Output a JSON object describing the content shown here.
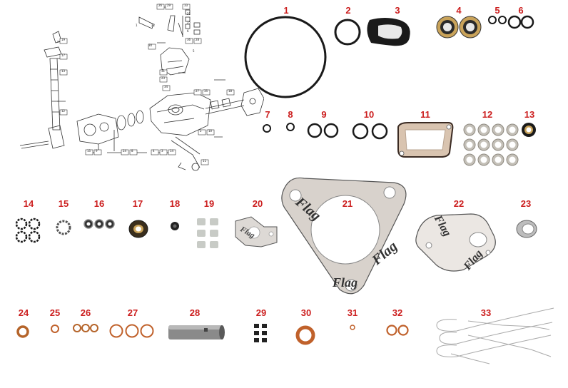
{
  "colors": {
    "label": "#cc1f1f",
    "line_drawing": "#333333",
    "rubber": "#1a1a1a",
    "gasket": "#d8d2cc",
    "copper": "#c0612b",
    "steel": "#a8a8a8",
    "wire": "#b5b5b5"
  },
  "parts": [
    {
      "id": "1",
      "label": "1",
      "kind": "large-o-ring"
    },
    {
      "id": "2",
      "label": "2",
      "kind": "o-ring"
    },
    {
      "id": "3",
      "label": "3",
      "kind": "black-gasket"
    },
    {
      "id": "4",
      "label": "4",
      "kind": "shaft-seals"
    },
    {
      "id": "5",
      "label": "5",
      "kind": "small-o-rings"
    },
    {
      "id": "6",
      "label": "6",
      "kind": "o-rings"
    },
    {
      "id": "7",
      "label": "7",
      "kind": "small-o-ring"
    },
    {
      "id": "8",
      "label": "8",
      "kind": "small-o-ring"
    },
    {
      "id": "9",
      "label": "9",
      "kind": "o-rings"
    },
    {
      "id": "10",
      "label": "10",
      "kind": "o-rings"
    },
    {
      "id": "11",
      "label": "11",
      "kind": "cork-gasket"
    },
    {
      "id": "12",
      "label": "12",
      "kind": "washer-set"
    },
    {
      "id": "13",
      "label": "13",
      "kind": "shaft-seal"
    },
    {
      "id": "14",
      "label": "14",
      "kind": "lock-washers"
    },
    {
      "id": "15",
      "label": "15",
      "kind": "lock-washer"
    },
    {
      "id": "16",
      "label": "16",
      "kind": "bonded-seals"
    },
    {
      "id": "17",
      "label": "17",
      "kind": "oil-seal"
    },
    {
      "id": "18",
      "label": "18",
      "kind": "cap"
    },
    {
      "id": "19",
      "label": "19",
      "kind": "grommets"
    },
    {
      "id": "20",
      "label": "20",
      "kind": "paper-gasket"
    },
    {
      "id": "21",
      "label": "21",
      "kind": "triangular-gasket"
    },
    {
      "id": "22",
      "label": "22",
      "kind": "paper-gasket"
    },
    {
      "id": "23",
      "label": "23",
      "kind": "spring-washer"
    },
    {
      "id": "24",
      "label": "24",
      "kind": "copper-washer"
    },
    {
      "id": "25",
      "label": "25",
      "kind": "copper-washer"
    },
    {
      "id": "26",
      "label": "26",
      "kind": "copper-washers"
    },
    {
      "id": "27",
      "label": "27",
      "kind": "copper-washers"
    },
    {
      "id": "28",
      "label": "28",
      "kind": "sleeve"
    },
    {
      "id": "29",
      "label": "29",
      "kind": "small-grommets"
    },
    {
      "id": "30",
      "label": "30",
      "kind": "copper-washer"
    },
    {
      "id": "31",
      "label": "31",
      "kind": "tiny-washer"
    },
    {
      "id": "32",
      "label": "32",
      "kind": "copper-washers"
    },
    {
      "id": "33",
      "label": "33",
      "kind": "lock-wire"
    }
  ],
  "gasket_print": "Flag",
  "exploded_callouts": [
    "26",
    "29",
    "33",
    "36",
    "28",
    "30",
    "31",
    "23",
    "34",
    "27",
    "35",
    "18",
    "19",
    "17",
    "13",
    "12",
    "15",
    "9",
    "24",
    "8",
    "4",
    "3",
    "14",
    "2",
    "10",
    "11",
    "1",
    "22",
    "21",
    "25",
    "6",
    "5"
  ]
}
